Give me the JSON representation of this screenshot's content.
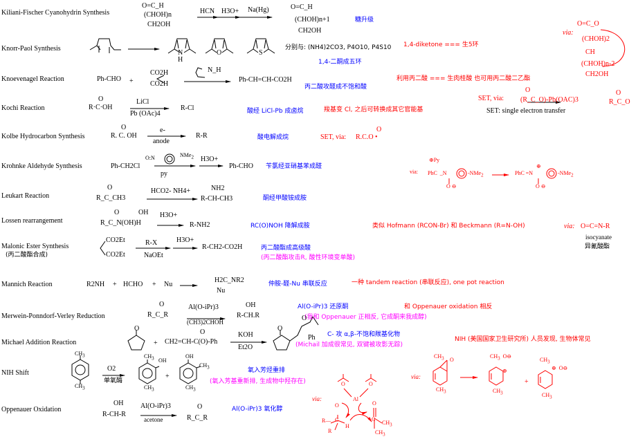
{
  "reactions": [
    {
      "name": "Kiliani-Fischer Cyanohydrin Synthesis",
      "reactant": [
        "O=C_H",
        "(CHOH)n",
        "CH2OH"
      ],
      "reagents": [
        "HCN",
        "H3O+",
        "Na(Hg)"
      ],
      "product": [
        "O=C_H",
        "(CHOH)n+1",
        "CH2OH"
      ],
      "note_blue": "糖升级",
      "via_label": "via:",
      "via": [
        "O=C_O",
        "(CHOH)2",
        "CH",
        "(CHOH)n-2",
        "CH2OH"
      ]
    },
    {
      "name": "Knorr-Paol Synthesis",
      "products": [
        "pyrrole (N, H)",
        "furan (O)",
        "thiophene (S)"
      ],
      "reagent_note": "分别与: (NH4)2CO3, P4O10, P4S10",
      "note_blue": "1,4-二酮成五环",
      "note_red": "1,4-diketone === 生5环"
    },
    {
      "name": "Knoevenagel Reaction",
      "reactant1": "Ph-CHO",
      "plus": "+",
      "reactant2": [
        "CO2H",
        "CO2H"
      ],
      "catalyst": "N_H",
      "product": "Ph-CH=CH-CO2H",
      "note_blue": "丙二酸攻醛成不饱和酸",
      "note_red": "利用丙二酸 === 生肉桂酸    也可用丙二酸二乙酯"
    },
    {
      "name": "Kochi Reaction",
      "reactant": "R·C·OH",
      "carbonyl_o": "O",
      "reagent_top": "LiCl",
      "reagent_bottom": "Pb (OAc)4",
      "product": "R-Cl",
      "note_blue": "酸经 LiCl-Pb 成卤烷",
      "note_red": "羧基变 Cl, 之后可转换成其它官能基",
      "set_via_label": "SET, via:",
      "set_via_species": "(R_C_O)-Pb(OAC)3",
      "set_via_product": "R_C_O",
      "set_definition": "SET: single electron transfer"
    },
    {
      "name": "Kolbe Hydrocarbon Synthesis",
      "reactant": "R. C. OH",
      "carbonyl_o": "O",
      "reagent_top": "e-",
      "reagent_bottom": "anode",
      "product": "R-R",
      "note_blue": "酸电解成烷",
      "set_via_label": "SET, via:",
      "set_via_species": "R.C.O •"
    },
    {
      "name": "Krohnke Aldehyde Synthesis",
      "reactant": "Ph-CH2Cl",
      "reagent_top": "O:N-C6H4-NMe2",
      "reagent_bottom": "py",
      "reagent2": "H3O+",
      "product": "Ph-CHO",
      "note_blue": "苄氯经亚硝基苯成醛",
      "via_label": "via:",
      "via_left": "PhC(Py+)_N(O-)-C6H4-NMe2",
      "via_right": "PhC=N+(O-)-C6H4-NMe2"
    },
    {
      "name": "Leukart Reaction",
      "reactant": "R_C_CH3",
      "carbonyl_o": "O",
      "reagent_top": "HCO2- NH4+",
      "product_top": "NH2",
      "product": "R-CH-CH3",
      "note_blue": "酮经甲酸铵成胺"
    },
    {
      "name": "Lossen rearrangement",
      "reactant": "R_C_N(OH)H",
      "carbonyl_o": "O",
      "reagent_top": "H3O+",
      "product": "R-NH2",
      "note_blue": "RC(O)NOH 降解成胺",
      "note_red": "类似 Hofmann (RCON-Br) 和 Beckmann (R=N-OH)",
      "via_label": "via:",
      "via_species": "O=C=N-R",
      "via_name_en": "isocyanate",
      "via_name_cn": "异氰酸酯"
    },
    {
      "name": "Malonic Ester Synthesis",
      "name_cn": "(丙二酸酯合成)",
      "reactant": [
        "CO2Et",
        "CO2Et"
      ],
      "reagent_top": "R-X",
      "reagent_bottom": "NaOEt",
      "reagent2": "H3O+",
      "product": "R-CH2-CO2H",
      "note_blue": "丙二酸酯成高级酸",
      "note_magenta": "(丙二酸酯攻击R, 酸性环境变单酸)"
    },
    {
      "name": "Mannich Reaction",
      "reactants": [
        "R2NH",
        "+",
        "HCHO",
        "+",
        "Nu"
      ],
      "product": [
        "H2C_NR2",
        "Nu"
      ],
      "note_blue": "仲胺-醛-Nu 串联反应",
      "note_red": "一种 tandem reaction (串联反应),  one pot reaction"
    },
    {
      "name": "Merwein-Ponndorf-Verley Reduction",
      "reactant": "R_C_R",
      "carbonyl_o": "O",
      "reagent_top": "Al(O-iPr)3",
      "reagent_bottom": "(CH3)2CHOH",
      "product_top": "OH",
      "product": "R-CH.R",
      "note_blue": "Al(O-iPr)3 还原酮",
      "note_red": "和 Oppenauer oxidation 相反",
      "note_magenta": "(我和 Oppenauer 正相反, 它成酮来我成醇)"
    },
    {
      "name": "Michael Addition Reaction",
      "reactant1": "cyclopentanone",
      "plus": "+",
      "reactant2": "CH2=CH-C(O)-Ph",
      "reagent_top": "KOH",
      "reagent_bottom": "Et2O",
      "product_label": "Ph",
      "note_blue": "C- 攻 α,β-不饱和羰基化物",
      "note_magenta": "(Michail 加成很常见, 双键被攻影无踪)",
      "note_red": "NIH (美国国家卫生研究所) 人员发现, 生物体常见"
    },
    {
      "name": "NIH Shift",
      "reactant": "p-xylene",
      "reagent_top": "O2",
      "reagent_bottom": "单氧酶",
      "plus": "+",
      "note_blue": "氧入芳烃重排",
      "note_magenta": "(氧入芳基重新排, 生成物中羟存在)",
      "via_label": "via:"
    },
    {
      "name": "Oppenauer Oxidation",
      "reactant_top": "OH",
      "reactant": "R-CH-R",
      "reagent_top": "Al(O-iPr)3",
      "reagent_bottom": "acetone",
      "product": "R_C_R",
      "carbonyl_o": "O",
      "note_blue": "Al(O-iPr)3 氧化醇",
      "via_label": "via:"
    }
  ]
}
